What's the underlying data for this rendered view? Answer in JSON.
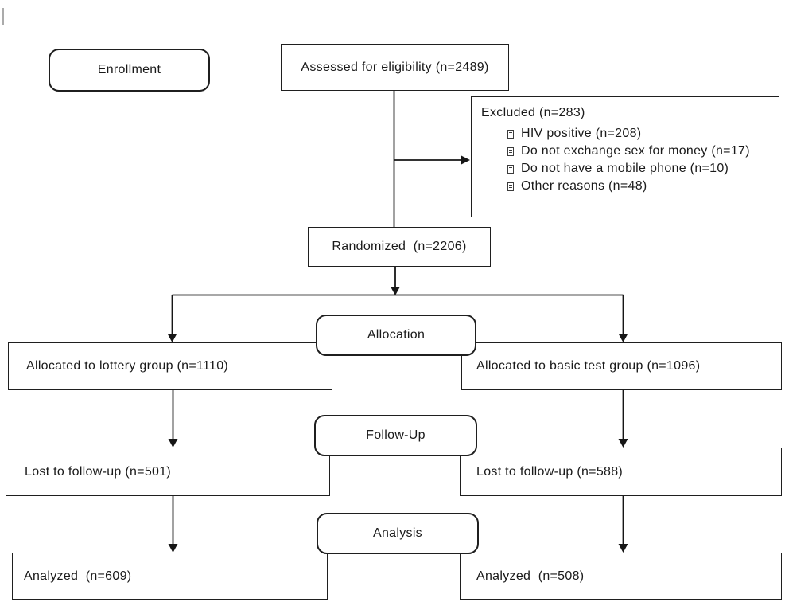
{
  "diagram": {
    "stage_labels": {
      "enrollment": "Enrollment",
      "allocation": "Allocation",
      "followup": "Follow-Up",
      "analysis": "Analysis"
    },
    "assessed": "Assessed for eligibility (n=2489)",
    "excluded": {
      "title": "Excluded (n=283)",
      "items": [
        "HIV positive (n=208)",
        "Do not exchange sex for money (n=17)",
        "Do not have a mobile phone (n=10)",
        "Other reasons (n=48)"
      ]
    },
    "randomized": "Randomized  (n=2206)",
    "allocated_left": "Allocated to lottery group (n=1110)",
    "allocated_right": "Allocated to basic test group (n=1096)",
    "lost_left": "Lost to follow-up (n=501)",
    "lost_right": "Lost to follow-up (n=588)",
    "analyzed_left": "Analyzed  (n=609)",
    "analyzed_right": "Analyzed  (n=508)"
  },
  "colors": {
    "line": "#161616",
    "box_border": "#1f1f1f",
    "box_bg": "#ffffff",
    "text": "#1a1a1a",
    "cursor_mark": "#ababab"
  }
}
